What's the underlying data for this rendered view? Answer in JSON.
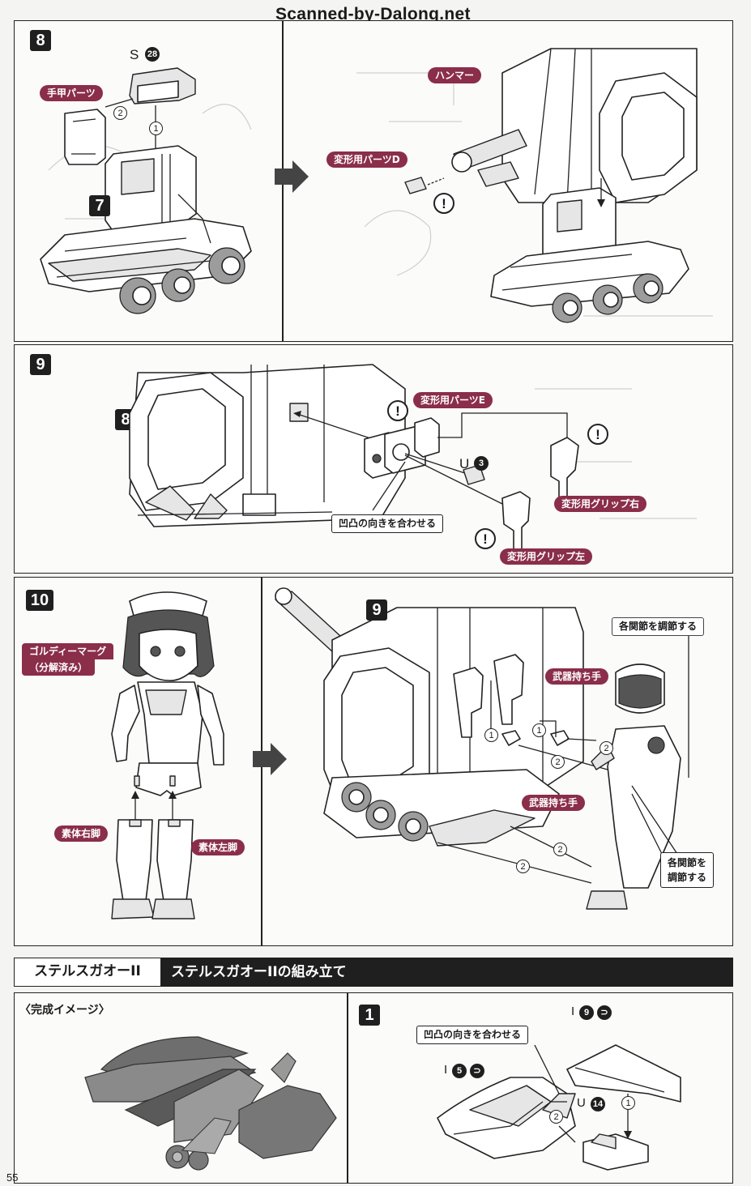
{
  "watermark": "Scanned-by-Dalong.net",
  "page_number": "55",
  "step8": {
    "number": "8",
    "part_s": "S",
    "part_s_num": "28",
    "label_tekou": "手甲パーツ",
    "order_1": "1",
    "order_2": "2",
    "ref_step": "7",
    "label_hammer": "ハンマー",
    "label_part_d": "変形用パーツD"
  },
  "step9": {
    "number": "9",
    "ref_step": "8",
    "label_part_e": "変形用パーツE",
    "part_u": "U",
    "part_u_num": "3",
    "label_align": "凹凸の向きを合わせる",
    "label_grip_right": "変形用グリップ右",
    "label_grip_left": "変形用グリップ左"
  },
  "step10": {
    "number": "10",
    "ref_step": "9",
    "label_goldy": "ゴルディーマーグ",
    "label_goldy_sub": "（分解済み）",
    "label_right_leg": "素体右脚",
    "label_left_leg": "素体左脚",
    "label_weapon_hand_1": "武器持ち手",
    "label_weapon_hand_2": "武器持ち手",
    "label_adjust_joints": "各関節を調節する",
    "label_adjust_joints_2a": "各関節を",
    "label_adjust_joints_2b": "調節する",
    "order_1": "1",
    "order_2": "2"
  },
  "section": {
    "tag": "ステルスガオーII",
    "title": "ステルスガオーIIの組み立て",
    "complete_image": "〈完成イメージ〉"
  },
  "stealth_step1": {
    "number": "1",
    "label_align": "凹凸の向きを合わせる",
    "part_i_top": "I",
    "part_i_top_num": "9",
    "part_i_mid": "I",
    "part_i_mid_num": "5",
    "part_u": "U",
    "part_u_num": "14",
    "order_1": "1",
    "order_2": "2"
  },
  "icons": [
    "exclamation-icon",
    "right-arrow-icon",
    "sticker-icon"
  ]
}
